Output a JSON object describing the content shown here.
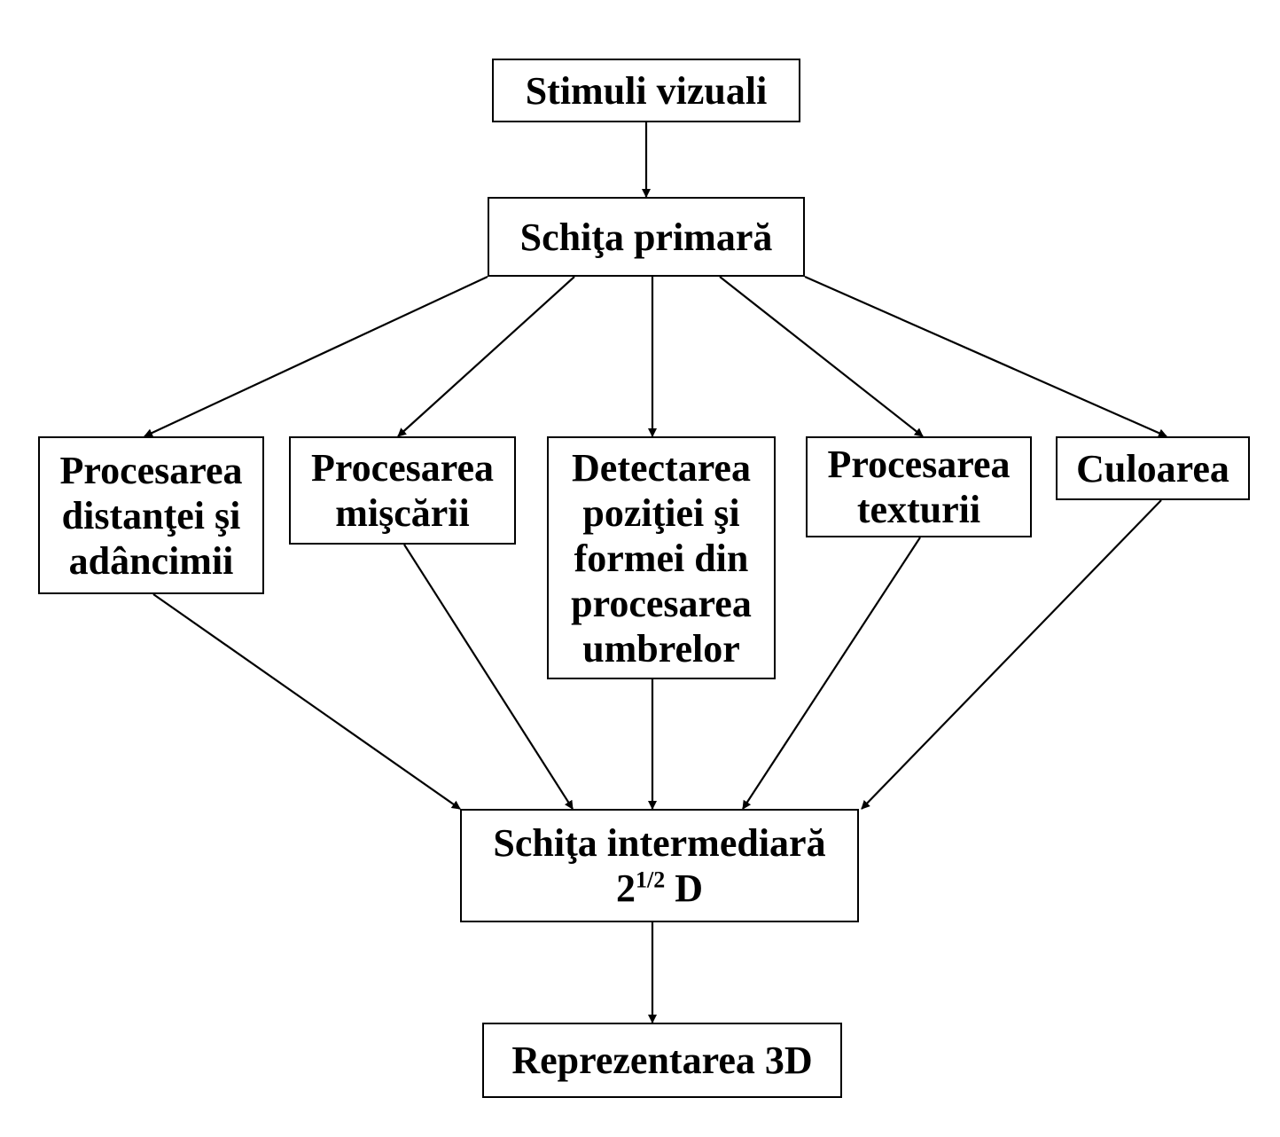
{
  "diagram": {
    "nodes": {
      "stimuli": {
        "label": "Stimuli vizuali"
      },
      "primara": {
        "label": "Schiţa primară"
      },
      "distanta": {
        "label": "Procesarea\ndistanţei şi\nadâncimii"
      },
      "miscare": {
        "label": "Procesarea\nmişcării"
      },
      "umbre": {
        "label": "Detectarea\npoziţiei şi\nformei din\nprocesarea\numbrelor"
      },
      "textura": {
        "label": "Procesarea\ntexturii"
      },
      "culoare": {
        "label": "Culoarea"
      },
      "inter": {
        "label_line1": "Schiţa intermediară",
        "label_base": "2",
        "label_sup": "1/2",
        "label_unit": "D"
      },
      "repr": {
        "label": "Reprezentarea 3D"
      }
    },
    "edges": [
      {
        "from": "stimuli",
        "to": "primara"
      },
      {
        "from": "primara",
        "to": "distanta"
      },
      {
        "from": "primara",
        "to": "miscare"
      },
      {
        "from": "primara",
        "to": "umbre"
      },
      {
        "from": "primara",
        "to": "textura"
      },
      {
        "from": "primara",
        "to": "culoare"
      },
      {
        "from": "distanta",
        "to": "inter"
      },
      {
        "from": "miscare",
        "to": "inter"
      },
      {
        "from": "umbre",
        "to": "inter"
      },
      {
        "from": "textura",
        "to": "inter"
      },
      {
        "from": "culoare",
        "to": "inter"
      },
      {
        "from": "inter",
        "to": "repr"
      }
    ],
    "colors": {
      "stroke": "#000000",
      "background": "#ffffff"
    }
  }
}
